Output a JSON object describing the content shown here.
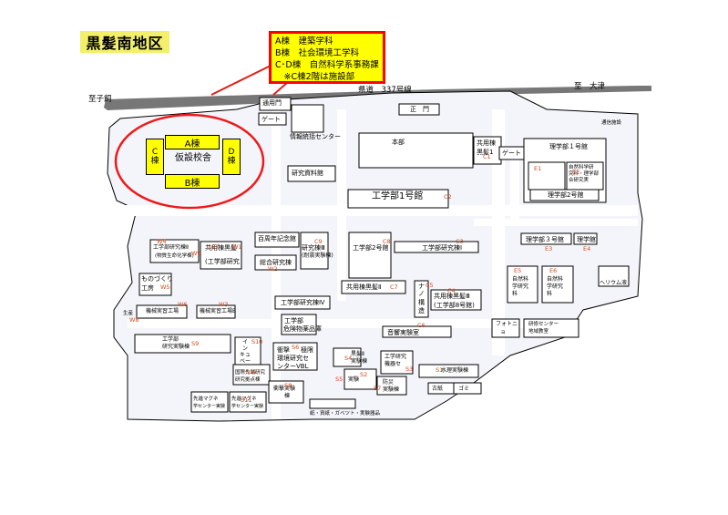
{
  "map_title": "黒髪南地区",
  "legend_lines": [
    "A棟　建築学科",
    "B棟　社会環境工学科",
    "C･D棟　自然科学系事務課",
    "　※C棟2階は施設部"
  ],
  "roads": {
    "west": "至子飼",
    "route": "県道　337号線",
    "east": "至　大津"
  },
  "temp": {
    "A": "A棟",
    "B": "B棟",
    "C": "C\n棟",
    "D": "D\n棟",
    "center": "仮設校舎"
  },
  "labels": {
    "tsuyomon": "通用門",
    "gate1": "ゲート",
    "seimon": "正　門",
    "johosogo": "情報統括センター",
    "honbu": "本部",
    "kyoyo_a": "共用棟",
    "kyoyo_b": "黒髪1",
    "gate2": "ゲート",
    "kenkyushiryo": "研究資料館",
    "eng1": "工学部1号館",
    "rigaku1": "理学部１号館",
    "jinenkagaku": "自然科学研",
    "jinen2": "究科・理学部",
    "jinen3": "合研究実",
    "rigaku2": "理学部2号館",
    "tsuushin": "通信施設",
    "hyakushunen": "百周年記念館",
    "kenkyu3": "研究棟Ⅲ",
    "kenkyu3b": "(耐震実験棟)",
    "eng2": "工学部2号館",
    "engkenkyu1": "工学部研究棟Ⅰ",
    "rigaku3": "理学部３号館",
    "rigakukan": "理学館",
    "engkenkyu2": "工学部研究棟Ⅱ",
    "engkenkyu2b": "(物質生命化学棟)",
    "kyoyo_w": "共用棟黒髪",
    "kyoyo_w2": "(工学部研究",
    "sogo": "総合研究棟",
    "monozukuri": "ものづくり",
    "kobo": "工房",
    "e5": "自然科",
    "e5b": "学研究",
    "e5c": "科",
    "e6": "自然科",
    "e6b": "学研究",
    "e6c": "科",
    "helium": "ヘリウム液",
    "kikai1": "機械実習工場",
    "kikai2": "機械実習工場B",
    "engkenkyu4": "工学部研究棟Ⅳ",
    "engkenkyu4b": "工学部",
    "engkenkyu4c": "危険物薬品庫",
    "kyoyo2a": "共用棟黒髪Ⅱ",
    "kyoyo3a": "共用棟黒髪Ⅲ",
    "kyoyo3b": "(工学部8号館)",
    "nano1": "ナ",
    "nano2": "ノ",
    "nano3": "構",
    "nano4": "造",
    "ongaku": "音響実験室",
    "photo1": "フォトニ",
    "photo2": "ョ",
    "center1": "研修センター",
    "center2": "地域教室",
    "eng_s9": "工学部",
    "eng_s9b": "研究実験棟",
    "incu1": "イ",
    "incu2": "ン",
    "incu3": "キュ",
    "incu4": "ベー",
    "shoge": "衝撃",
    "kyokugen": "極限",
    "kankyo": "環境研究セ",
    "venture": "ンターVBL",
    "kurokami_s4": "黒髪Ⅱ",
    "jikken_s4": "実験棟",
    "engkenkyu_s3": "工学研究",
    "engkenkyu_s3b": "機器セ",
    "suiri": "水理実験棟",
    "shoge2": "衝撃実験",
    "shoge2b": "棟",
    "bosai": "防災",
    "bosai2": "実験棟",
    "s5a": "実験",
    "kokusai": "国際先端研究",
    "kokusai2": "研究拠点棟",
    "sentan1": "先進マグネ",
    "sentan1b": "学センター実験",
    "sentan2": "先進マグネ",
    "sentan2b": "学センター実験",
    "mituo": "共用",
    "kotei": "古紙",
    "haiki": "ゴミ",
    "bottom_note": "紙・資紙・ガベツト・実験器品",
    "small_left": "S1",
    "left_s8": "生産"
  },
  "codes": [
    "E1",
    "E2",
    "C1",
    "C2",
    "C3",
    "C4",
    "C5",
    "C6",
    "C7",
    "C8",
    "C9",
    "E3",
    "E4",
    "E5",
    "E6",
    "W1",
    "W2",
    "W3",
    "W4",
    "W5",
    "W6",
    "W7",
    "W8",
    "W9",
    "S1",
    "S2",
    "S3",
    "S4",
    "S5",
    "S6",
    "S7",
    "S8",
    "S9",
    "S10",
    "S11",
    "S12"
  ],
  "colors": {
    "title_bg": "#f2ef6a",
    "legend_bg": "#ffff00",
    "legend_border": "#ff0000",
    "temp_bld": "#ffff00",
    "road": "#666666",
    "code": "#d04a1a"
  }
}
